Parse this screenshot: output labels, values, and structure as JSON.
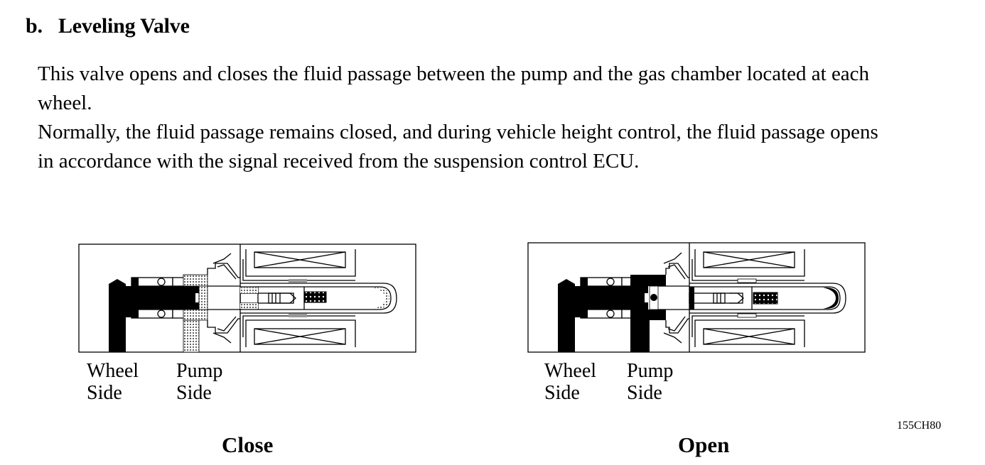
{
  "section": {
    "number": "b.",
    "title": "Leveling Valve"
  },
  "paragraphs": [
    {
      "lines": [
        "This valve opens and closes the fluid passage between the pump and the gas chamber located at each",
        "wheel."
      ]
    },
    {
      "lines": [
        "Normally, the fluid passage remains closed, and during vehicle height control, the fluid passage opens",
        "in accordance with the signal received from the suspension control ECU."
      ]
    }
  ],
  "figures": [
    {
      "state": "closed",
      "caption": "Close",
      "labels": {
        "wheel_line1": "Wheel",
        "wheel_line2": "Side",
        "pump_line1": "Pump",
        "pump_line2": "Side"
      }
    },
    {
      "state": "open",
      "caption": "Open",
      "labels": {
        "wheel_line1": "Wheel",
        "wheel_line2": "Side",
        "pump_line1": "Pump",
        "pump_line2": "Side"
      }
    }
  ],
  "figure_code": "155CH80"
}
